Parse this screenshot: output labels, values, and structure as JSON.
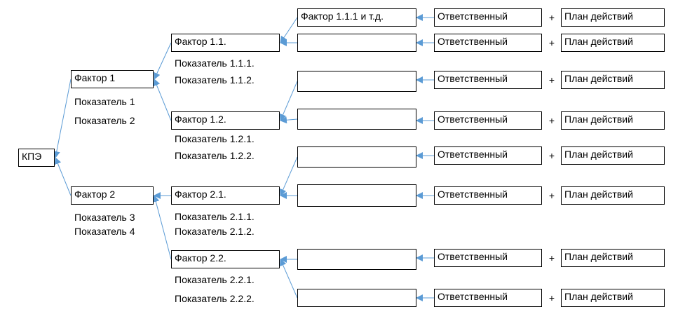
{
  "root": {
    "label": "КПЭ"
  },
  "factors": [
    {
      "label": "Фактор 1",
      "indicators": [
        "Показатель 1",
        "Показатель 2"
      ]
    },
    {
      "label": "Фактор 2",
      "indicators": [
        "Показатель 3",
        "Показатель 4"
      ]
    }
  ],
  "subfactors": [
    {
      "label": "Фактор 1.1.",
      "indicators": [
        "Показатель 1.1.1.",
        "Показатель 1.1.2."
      ]
    },
    {
      "label": "Фактор 1.2.",
      "indicators": [
        "Показатель 1.2.1.",
        "Показатель 1.2.2."
      ]
    },
    {
      "label": "Фактор 2.1.",
      "indicators": [
        "Показатель 2.1.1.",
        "Показатель 2.1.2."
      ]
    },
    {
      "label": "Фактор 2.2.",
      "indicators": [
        "Показатель 2.2.1.",
        "Показатель 2.2.2."
      ]
    }
  ],
  "leaf_rows": [
    {
      "factor": "Фактор 1.1.1 и т.д.",
      "responsible": "Ответственный",
      "plus": "+",
      "plan": "План действий"
    },
    {
      "factor": "",
      "responsible": "Ответственный",
      "plus": "+",
      "plan": "План действий"
    },
    {
      "factor": "",
      "responsible": "Ответственный",
      "plus": "+",
      "plan": "План действий"
    },
    {
      "factor": "",
      "responsible": "Ответственный",
      "plus": "+",
      "plan": "План действий"
    },
    {
      "factor": "",
      "responsible": "Ответственный",
      "plus": "+",
      "plan": "План действий"
    },
    {
      "factor": "",
      "responsible": "Ответственный",
      "plus": "+",
      "plan": "План действий"
    },
    {
      "factor": "",
      "responsible": "Ответственный",
      "plus": "+",
      "plan": "План действий"
    },
    {
      "factor": "",
      "responsible": "Ответственный",
      "plus": "+",
      "plan": "План действий"
    }
  ],
  "colors": {
    "connector": "#5b9bd5",
    "box_border": "#000000"
  }
}
